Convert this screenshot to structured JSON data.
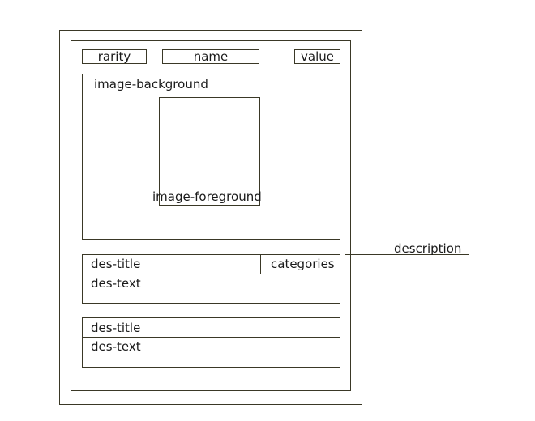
{
  "header": {
    "rarity": "rarity",
    "name": "name",
    "value": "value"
  },
  "image": {
    "background": "image-background",
    "foreground": "image-foreground"
  },
  "description_blocks": [
    {
      "title": "des-title",
      "categories": "categories",
      "text": "des-text"
    },
    {
      "title": "des-title",
      "text": "des-text"
    }
  ],
  "annotation": {
    "description": "description"
  },
  "colors": {
    "stroke": "#3a3826",
    "background": "#ffffff"
  }
}
